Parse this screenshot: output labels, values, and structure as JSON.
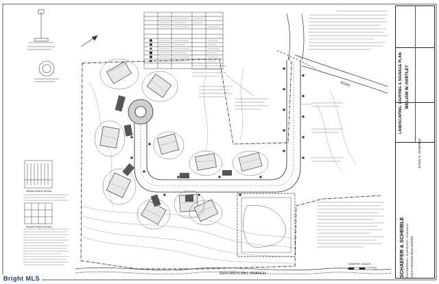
{
  "title_block": {
    "firm": "SCHAEFER & SCHEIBLE",
    "firm_sub": "ENGINEERING • SURVEYING • PLANNING",
    "address": "1414 CATALINA BOULEVARD",
    "plan_title": "LANDSCAPING, LIGHTING & SIGNAGE PLAN",
    "project": "WILLIAM W. HARTLEY",
    "engineer": "DAVID S. SCHEIBLE"
  },
  "labels": {
    "stream": "GIFFORD'S MILL BRANCH",
    "road": "ROAD",
    "graphic_scale": "GRAPHIC SCALE",
    "fence_detail_1": "SNOW FENCE DETAIL",
    "fence_detail_2": "SNOW FENCE DETAIL"
  },
  "watermark": "Bright MLS"
}
